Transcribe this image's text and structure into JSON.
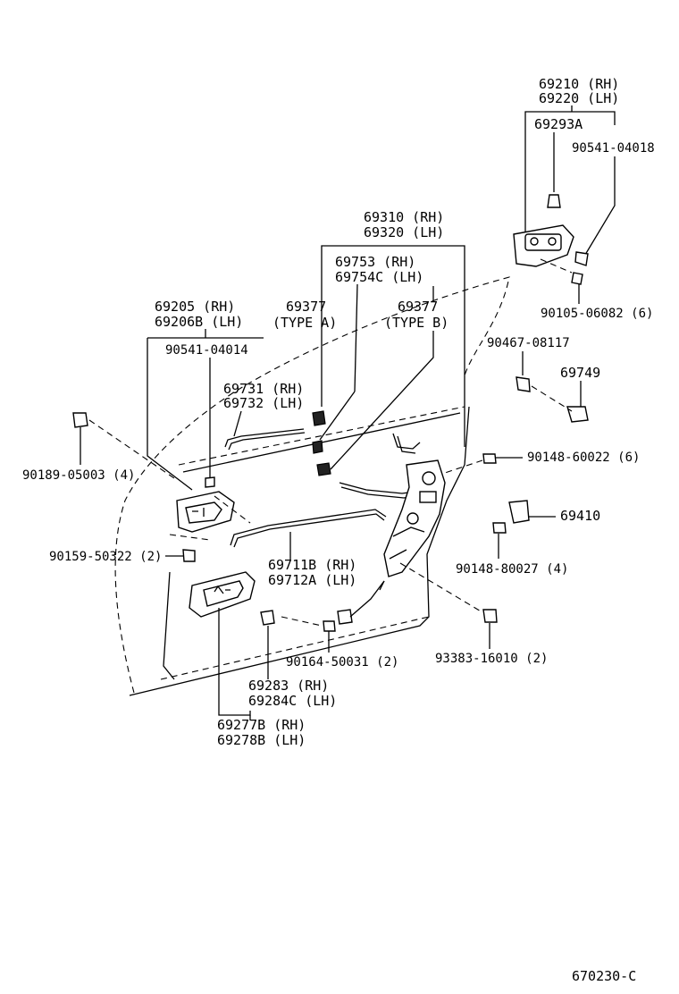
{
  "labels": {
    "l69210": "69210 (RH)",
    "l69220": "69220 (LH)",
    "l69293A": "69293A",
    "l90541_04018": "90541-04018",
    "l90105_06082": "90105-06082 (6)",
    "l69310": "69310 (RH)",
    "l69320": "69320 (LH)",
    "l69753": "69753  (RH)",
    "l69754C": "69754C (LH)",
    "l69377a": "69377",
    "l_typeA": "(TYPE A)",
    "l69377b": "69377",
    "l_typeB": "(TYPE B)",
    "l69205": "69205  (RH)",
    "l69206B": "69206B (LH)",
    "l90541_04014": "90541-04014",
    "l90467_08117": "90467-08117",
    "l69749": "69749",
    "l69731": "69731 (RH)",
    "l69732": "69732 (LH)",
    "l90189_05003": "90189-05003 (4)",
    "l90148_60022": "90148-60022 (6)",
    "l69410": "69410",
    "l90159_50322": "90159-50322 (2)",
    "l69711B": "69711B (RH)",
    "l69712A": "69712A (LH)",
    "l90148_80027": "90148-80027 (4)",
    "l93383_16010": "93383-16010 (2)",
    "l90164_50031": "90164-50031 (2)",
    "l69283": "69283  (RH)",
    "l69284C": "69284C (LH)",
    "l69277B": "69277B (RH)",
    "l69278B": "69278B (LH)",
    "figure_code": "670230-C"
  }
}
